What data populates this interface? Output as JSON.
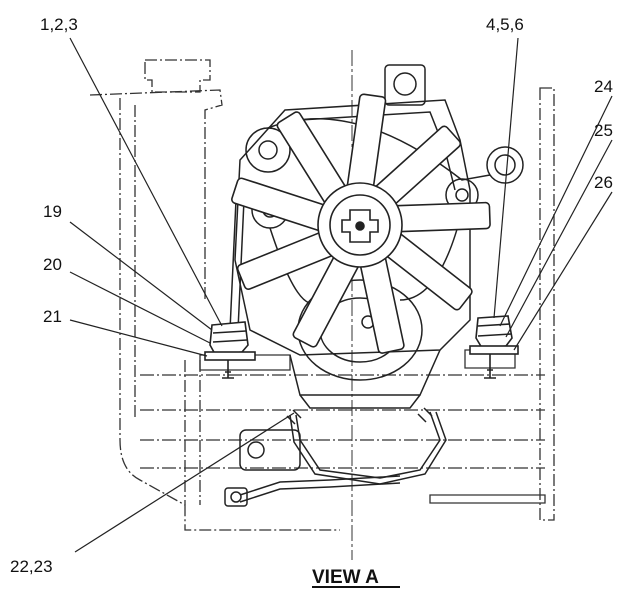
{
  "view_title": "VIEW A",
  "callouts": {
    "c_1_2_3": "1,2,3",
    "c_4_5_6": "4,5,6",
    "c_19": "19",
    "c_20": "20",
    "c_21": "21",
    "c_22_23": "22,23",
    "c_24": "24",
    "c_25": "25",
    "c_26": "26"
  },
  "colors": {
    "line": "#222222",
    "paper": "#ffffff"
  }
}
